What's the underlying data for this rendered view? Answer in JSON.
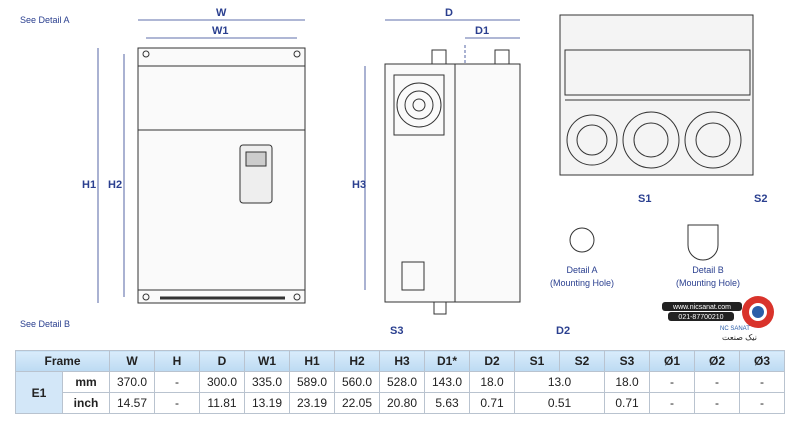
{
  "drawing": {
    "front_labels": {
      "detail_a": "See Detail A",
      "detail_b": "See Detail B",
      "W": "W",
      "W1": "W1",
      "H1": "H1",
      "H2": "H2"
    },
    "side_labels": {
      "D": "D",
      "D1": "D1",
      "H3": "H3",
      "S3": "S3",
      "D2": "D2"
    },
    "details": {
      "S1": "S1",
      "S2": "S2",
      "detail_a_title": "Detail A",
      "detail_a_sub": "(Mounting Hole)",
      "detail_b_title": "Detail B",
      "detail_b_sub": "(Mounting Hole)"
    },
    "logo": {
      "url": "www.nicsanat.com",
      "phone": "021-87700210",
      "brand": "NC SANAT",
      "brand_fa": "نیک صنعت"
    }
  },
  "table": {
    "headers": [
      "Frame",
      "W",
      "H",
      "D",
      "W1",
      "H1",
      "H2",
      "H3",
      "D1*",
      "D2",
      "S1",
      "S2",
      "S3",
      "Ø1",
      "Ø2",
      "Ø3"
    ],
    "frame": "E1",
    "rows": [
      {
        "unit": "mm",
        "W": "370.0",
        "H": "-",
        "D": "300.0",
        "W1": "335.0",
        "H1": "589.0",
        "H2": "560.0",
        "H3": "528.0",
        "D1": "143.0",
        "D2": "18.0",
        "S1S2": "13.0",
        "S3": "18.0",
        "O1": "-",
        "O2": "-",
        "O3": "-"
      },
      {
        "unit": "inch",
        "W": "14.57",
        "H": "-",
        "D": "11.81",
        "W1": "13.19",
        "H1": "23.19",
        "H2": "22.05",
        "H3": "20.80",
        "D1": "5.63",
        "D2": "0.71",
        "S1S2": "0.51",
        "S3": "0.71",
        "O1": "-",
        "O2": "-",
        "O3": "-"
      }
    ]
  },
  "colors": {
    "dim": "#2a3f8f",
    "header": "#bcdaf2"
  }
}
